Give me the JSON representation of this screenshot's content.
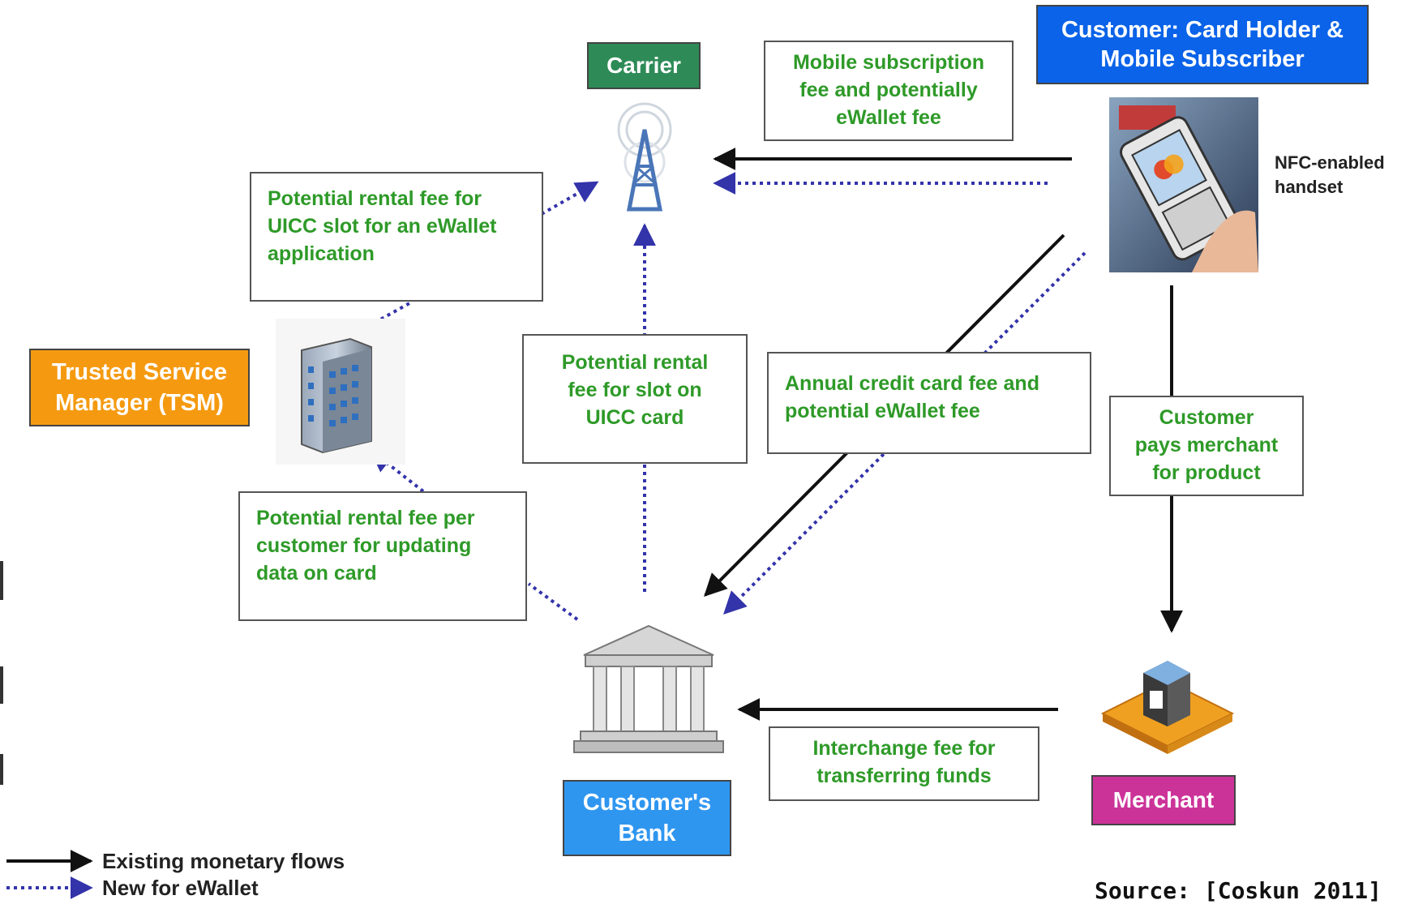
{
  "actors": {
    "carrier": "Carrier",
    "customer": "Customer: Card Holder & Mobile Subscriber",
    "tsm": "Trusted Service Manager (TSM)",
    "bank": "Customer's Bank",
    "merchant": "Merchant"
  },
  "handset_label": "NFC-enabled\nhandset",
  "fees": {
    "mobile_subscription": "Mobile subscription\nfee and potentially\neWallet fee",
    "uicc_rental_tsm": "Potential rental fee for\nUICC slot for an eWallet\napplication",
    "uicc_slot_bank": "Potential rental\nfee for slot on\nUICC card",
    "annual_credit": "Annual credit card fee and\npotential eWallet fee",
    "customer_pays": "Customer\npays merchant\nfor product",
    "update_data": "Potential rental fee per\ncustomer for updating\ndata on card",
    "interchange": "Interchange fee for\ntransferring funds"
  },
  "legend": {
    "existing": "Existing monetary flows",
    "new": "New for eWallet"
  },
  "source_text": "Source: [Coskun 2011]",
  "colors": {
    "carrier": "#2e8b57",
    "customer": "#0a63e8",
    "tsm": "#f59a10",
    "bank": "#2f96f0",
    "merchant": "#cc3399",
    "fee_text": "#2e9a28",
    "existing_flow": "#111111",
    "new_flow": "#3333aa"
  },
  "icons": {
    "tower": "cell-tower-icon",
    "handset": "nfc-handset-icon",
    "tsm_building": "office-building-icon",
    "bank_building": "bank-building-icon",
    "merchant_store": "store-icon"
  }
}
